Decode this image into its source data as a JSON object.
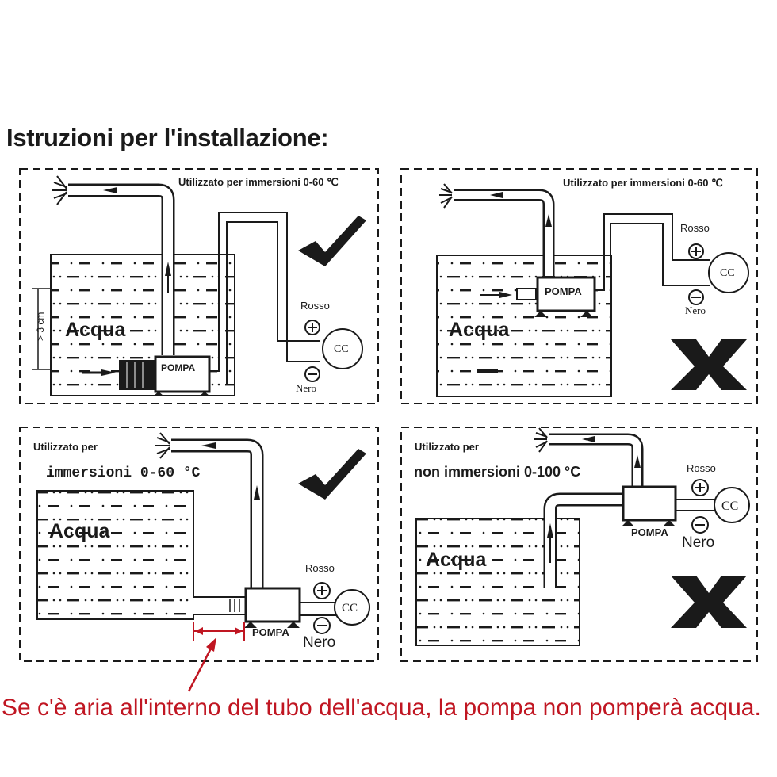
{
  "title": "Istruzioni per l'installazione:",
  "warning": "Se c'è aria all'interno del tubo dell'acqua, la pompa non pomperà acqua.",
  "colors": {
    "ink": "#1a1a1a",
    "warning": "#c01622",
    "background": "#ffffff"
  },
  "panels": [
    {
      "id": "p1",
      "caption": "Utilizzato per immersioni 0-60 ℃",
      "water": "Acqua",
      "pump": "POMPA",
      "red": "Rosso",
      "black": "Nero",
      "supply": "CC",
      "plus": "+",
      "minus": "−",
      "depth": "> 3 cm",
      "verdict": "correct",
      "verdict_icon": "check-mark-icon"
    },
    {
      "id": "p2",
      "caption": "Utilizzato per immersioni 0-60 ℃",
      "water": "Acqua",
      "pump": "POMPA",
      "red": "Rosso",
      "black": "Nero",
      "supply": "CC",
      "plus": "+",
      "minus": "−",
      "verdict": "wrong",
      "verdict_icon": "x-mark-icon"
    },
    {
      "id": "p3",
      "caption_line1": "Utilizzato per",
      "caption_line2": "immersioni 0-60 °C",
      "water": "Acqua",
      "pump": "POMPA",
      "red": "Rosso",
      "black": "Nero",
      "supply": "CC",
      "plus": "+",
      "minus": "−",
      "verdict": "correct",
      "verdict_icon": "check-mark-icon"
    },
    {
      "id": "p4",
      "caption_line1": "Utilizzato per",
      "caption_line2": "non immersioni 0-100 °C",
      "water": "Acqua",
      "pump": "POMPA",
      "red": "Rosso",
      "black": "Nero",
      "supply": "CC",
      "plus": "+",
      "minus": "−",
      "verdict": "wrong",
      "verdict_icon": "x-mark-icon"
    }
  ]
}
